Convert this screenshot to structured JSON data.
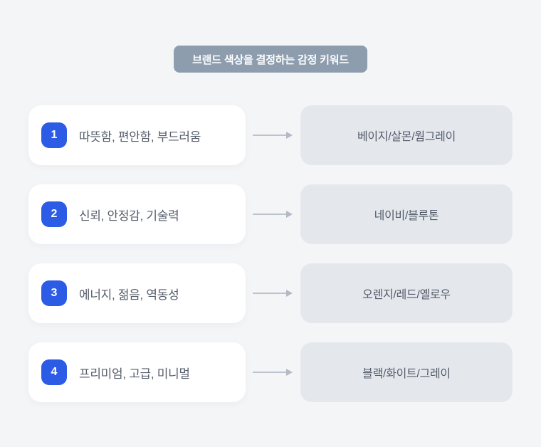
{
  "page": {
    "title": "브랜드 색상을 결정하는 감정 키워드",
    "background_color": "#f4f5f7",
    "title_badge_color": "#8e9dae",
    "accent_blue": "#2c5ce5",
    "right_card_color": "#e4e8ed",
    "arrow_color": "#bcc3cd"
  },
  "rows": [
    {
      "number": "1",
      "keywords": "따뜻함, 편안함, 부드러움",
      "colors": "베이지/살몬/웜그레이"
    },
    {
      "number": "2",
      "keywords": "신뢰, 안정감, 기술력",
      "colors": "네이비/블루톤"
    },
    {
      "number": "3",
      "keywords": "에너지, 젊음, 역동성",
      "colors": "오렌지/레드/옐로우"
    },
    {
      "number": "4",
      "keywords": "프리미엄, 고급, 미니멀",
      "colors": "블랙/화이트/그레이"
    }
  ]
}
